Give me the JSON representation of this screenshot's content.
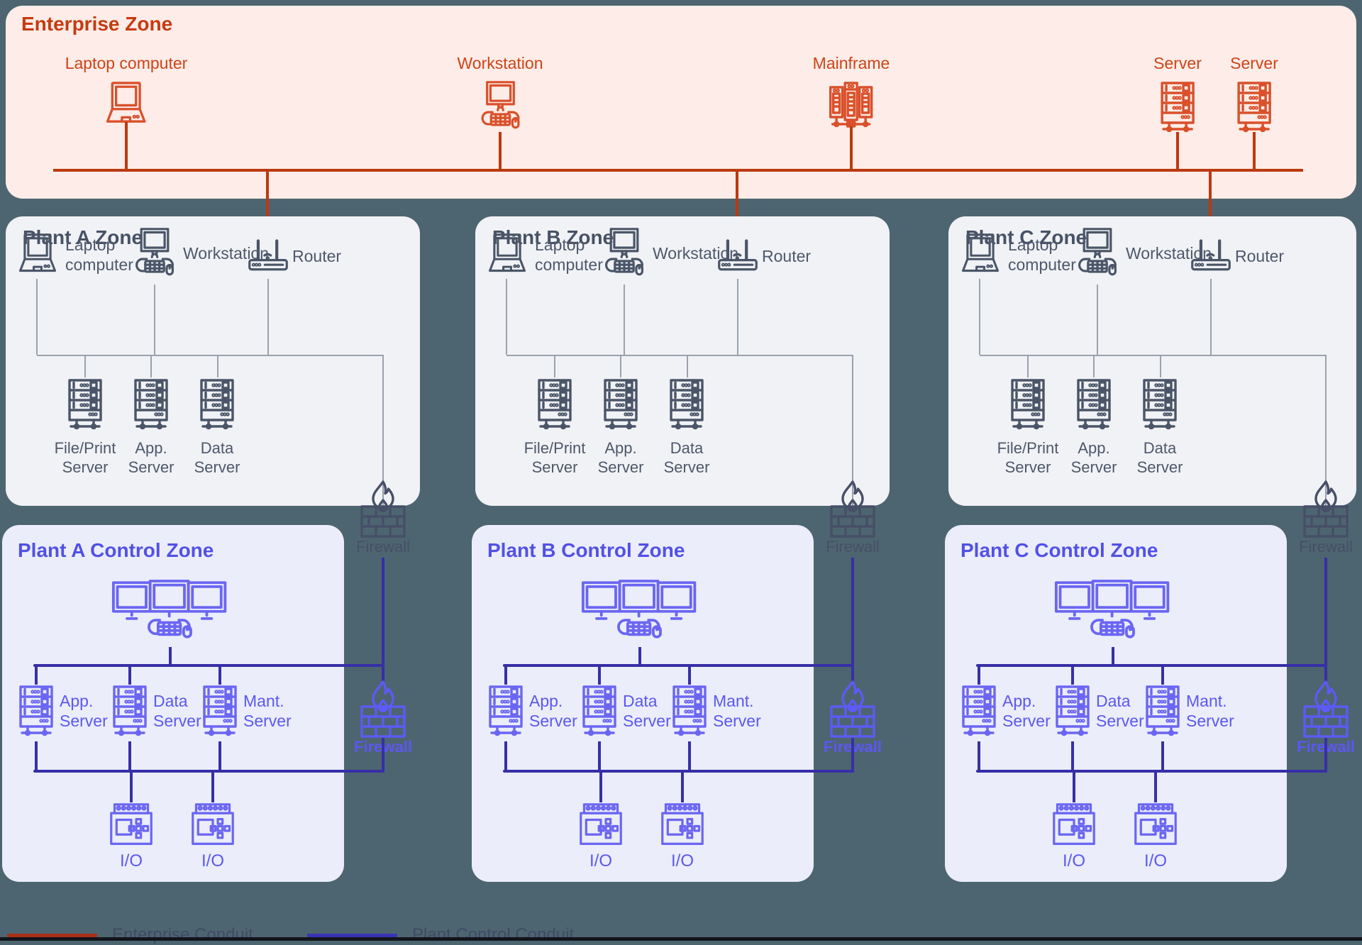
{
  "page": {
    "background": "#4d6570",
    "bottom_bar": "#12151c"
  },
  "enterprise": {
    "title": "Enterprise Zone",
    "devices": [
      {
        "label": "Laptop computer",
        "icon": "laptop-icon"
      },
      {
        "label": "Workstation",
        "icon": "workstation-icon"
      },
      {
        "label": "Mainframe",
        "icon": "mainframe-icon"
      },
      {
        "label": "Server",
        "icon": "server-icon"
      },
      {
        "label": "Server",
        "icon": "server-icon"
      }
    ],
    "colors": {
      "background": "#fdece7",
      "title": "#c63a10",
      "icon": "#d9502b",
      "conduit": "#bb3a10"
    }
  },
  "plants": [
    {
      "zone_title": "Plant A Zone",
      "router_label": "Router",
      "laptop_label": [
        "Laptop",
        "computer"
      ],
      "workstation_label": "Workstation",
      "zone_servers": [
        [
          "File/Print",
          "Server"
        ],
        [
          "App.",
          "Server"
        ],
        [
          "Data",
          "Server"
        ]
      ],
      "upper_firewall_label": "Firewall",
      "control": {
        "title": "Plant A Control Zone",
        "servers": [
          [
            "App.",
            "Server"
          ],
          [
            "Data",
            "Server"
          ],
          [
            "Mant.",
            "Server"
          ]
        ],
        "io_labels": [
          "I/O",
          "I/O"
        ],
        "firewall_label": "Firewall"
      }
    },
    {
      "zone_title": "Plant B Zone",
      "router_label": "Router",
      "laptop_label": [
        "Laptop",
        "computer"
      ],
      "workstation_label": "Workstation",
      "zone_servers": [
        [
          "File/Print",
          "Server"
        ],
        [
          "App.",
          "Server"
        ],
        [
          "Data",
          "Server"
        ]
      ],
      "upper_firewall_label": "Firewall",
      "control": {
        "title": "Plant B Control Zone",
        "servers": [
          [
            "App.",
            "Server"
          ],
          [
            "Data",
            "Server"
          ],
          [
            "Mant.",
            "Server"
          ]
        ],
        "io_labels": [
          "I/O",
          "I/O"
        ],
        "firewall_label": "Firewall"
      }
    },
    {
      "zone_title": "Plant C Zone",
      "router_label": "Router",
      "laptop_label": [
        "Laptop",
        "computer"
      ],
      "workstation_label": "Workstation",
      "zone_servers": [
        [
          "File/Print",
          "Server"
        ],
        [
          "App.",
          "Server"
        ],
        [
          "Data",
          "Server"
        ]
      ],
      "upper_firewall_label": "Firewall",
      "control": {
        "title": "Plant C Control Zone",
        "servers": [
          [
            "App.",
            "Server"
          ],
          [
            "Data",
            "Server"
          ],
          [
            "Mant.",
            "Server"
          ]
        ],
        "io_labels": [
          "I/O",
          "I/O"
        ],
        "firewall_label": "Firewall"
      }
    }
  ],
  "zone_colors": {
    "plant_bg": "#f1f2f5",
    "plant_text": "#475266",
    "plant_icon": "#4a5568",
    "thin_line": "#9aa2ae",
    "control_bg": "#ebedfb",
    "control_title": "#5151e6",
    "control_icon": "#6b66f2",
    "control_conduit": "#372fa6",
    "blue_firewall": "#5d5af5",
    "gray_firewall": "#474f68"
  },
  "legend": [
    {
      "label": "Enterprise Conduit",
      "color": "#a93016"
    },
    {
      "label": "Plant Control Conduit",
      "color": "#3b33b4"
    }
  ]
}
